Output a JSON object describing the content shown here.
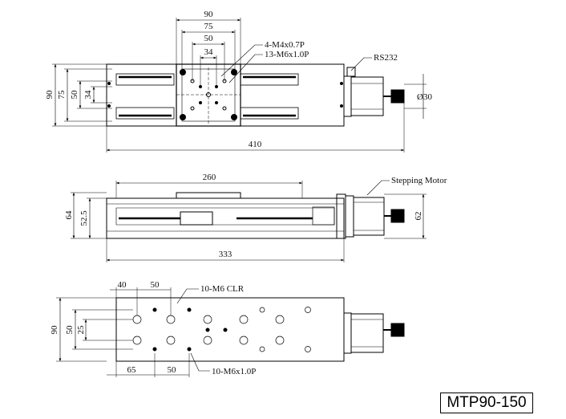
{
  "part_number": "MTP90-150",
  "top_view": {
    "dims": [
      "90",
      "75",
      "50",
      "34",
      "90",
      "75",
      "50",
      "34",
      "410",
      "Ø30"
    ],
    "labels": [
      "4-M4x0.7P",
      "13-M6x1.0P",
      "RS232"
    ]
  },
  "side_view": {
    "dims": [
      "260",
      "64",
      "52.5",
      "62",
      "333"
    ],
    "labels": [
      "Stepping Motor"
    ]
  },
  "bottom_view": {
    "dims": [
      "40",
      "50",
      "90",
      "50",
      "25",
      "65",
      "50"
    ],
    "labels": [
      "10-M6 CLR",
      "10-M6x1.0P"
    ]
  }
}
